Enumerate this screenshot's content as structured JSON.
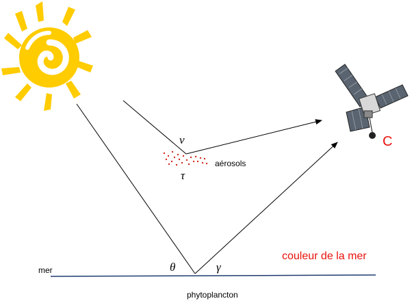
{
  "labels": {
    "aerosols": "aérosols",
    "nu": "ν",
    "tau": "τ",
    "theta": "θ",
    "gamma": "γ",
    "mer": "mer",
    "phytoplancton": "phytoplancton",
    "couleur_de_la_mer": "couleur de la mer",
    "satellite_letter": "C"
  },
  "colors": {
    "sun": "#ffcc00",
    "sea_line": "#1f3a6e",
    "accent_red": "#e8120c",
    "aerosol_dots": "#d32a1f",
    "satellite_panel": "#5a6470",
    "satellite_body": "#d8d8d8"
  },
  "icons": {
    "sun": "sun-icon",
    "satellite": "satellite-icon"
  }
}
